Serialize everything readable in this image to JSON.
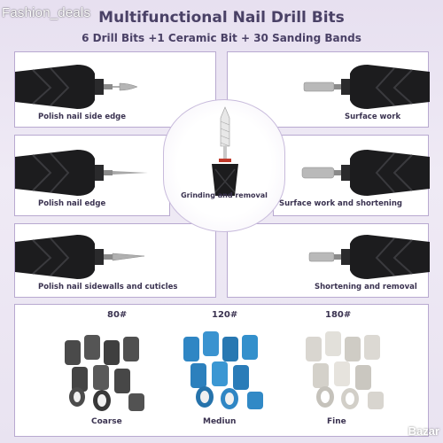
{
  "watermark": "Fashion_deals",
  "header": {
    "title": "Multifunctional Nail Drill Bits",
    "subtitle": "6 Drill Bits +1 Ceramic Bit + 30 Sanding Bands"
  },
  "panels": {
    "left_top": "Polish nail side edge",
    "left_mid": "Polish nail edge",
    "left_bot": "Polish nail sidewalls and cuticles",
    "right_top": "Surface work",
    "right_mid": "Surface work and shortening",
    "right_bot": "Shortening and removal",
    "center": "Grinding and removal"
  },
  "sanding_bands": [
    {
      "grit": "80#",
      "grade": "Coarse",
      "color": "#4a4a4a"
    },
    {
      "grit": "120#",
      "grade": "Mediun",
      "color": "#2f86c4"
    },
    {
      "grit": "180#",
      "grade": "Fine",
      "color": "#d9d6d0"
    }
  ],
  "logo": "Bazar"
}
